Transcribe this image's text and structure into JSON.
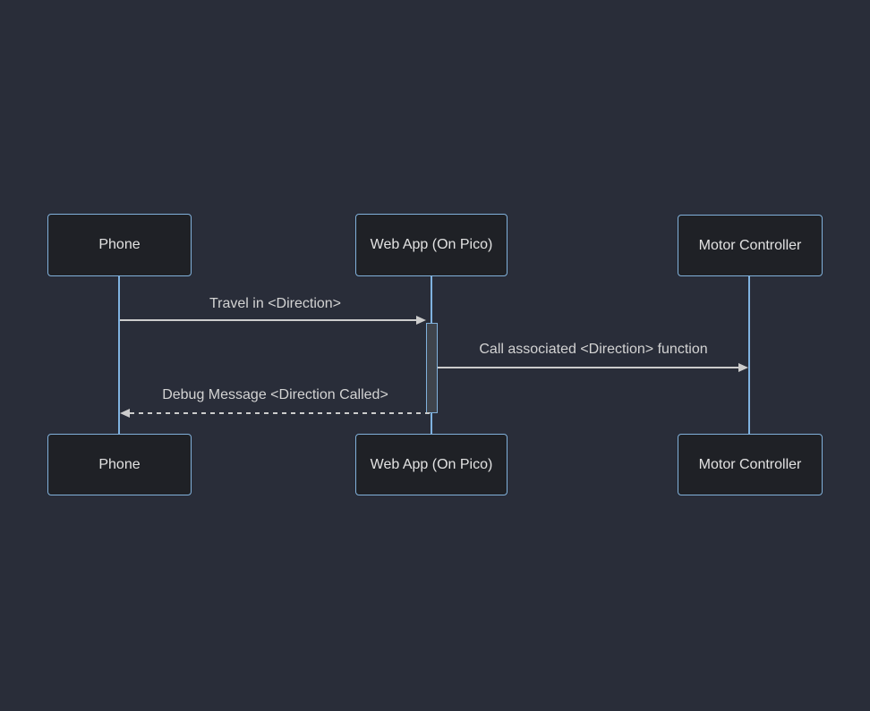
{
  "diagram": {
    "type": "sequence",
    "participants": [
      {
        "id": "phone",
        "label": "Phone"
      },
      {
        "id": "webapp",
        "label": "Web App (On Pico)"
      },
      {
        "id": "motor",
        "label": "Motor Controller"
      }
    ],
    "messages": [
      {
        "from": "phone",
        "to": "webapp",
        "text": "Travel in <Direction>",
        "line": "solid",
        "arrowhead": "filled-right"
      },
      {
        "from": "webapp",
        "to": "motor",
        "text": "Call associated <Direction> function",
        "line": "solid",
        "arrowhead": "filled-right"
      },
      {
        "from": "webapp",
        "to": "phone",
        "text": "Debug Message <Direction Called>",
        "line": "dashed",
        "arrowhead": "filled-left"
      }
    ],
    "activations": [
      {
        "on": "webapp",
        "from_message": 0,
        "to_message": 2
      }
    ],
    "colors": {
      "background": "#292d39",
      "actor_fill": "#1f2126",
      "actor_border": "#81b1db",
      "actor_text": "#e2e2e2",
      "lifeline": "#7fb2e0",
      "activation_fill": "#3f444c",
      "activation_border": "#81b1db",
      "arrow": "#cccccc",
      "message_text": "#d3d3d3"
    }
  }
}
